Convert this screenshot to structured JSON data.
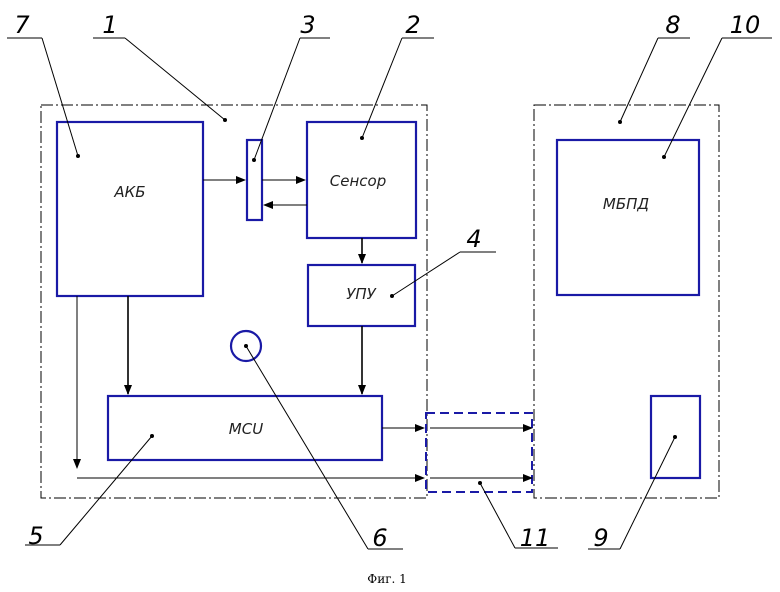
{
  "blocks": {
    "akb": "АКБ",
    "sensor": "Сенсор",
    "upu": "УПУ",
    "mcu": "MCU",
    "mbpd": "МБПД"
  },
  "refs": {
    "r1": "1",
    "r2": "2",
    "r3": "3",
    "r4": "4",
    "r5": "5",
    "r6": "6",
    "r7": "7",
    "r8": "8",
    "r9": "9",
    "r10": "10",
    "r11": "11"
  },
  "caption": "Фиг. 1"
}
